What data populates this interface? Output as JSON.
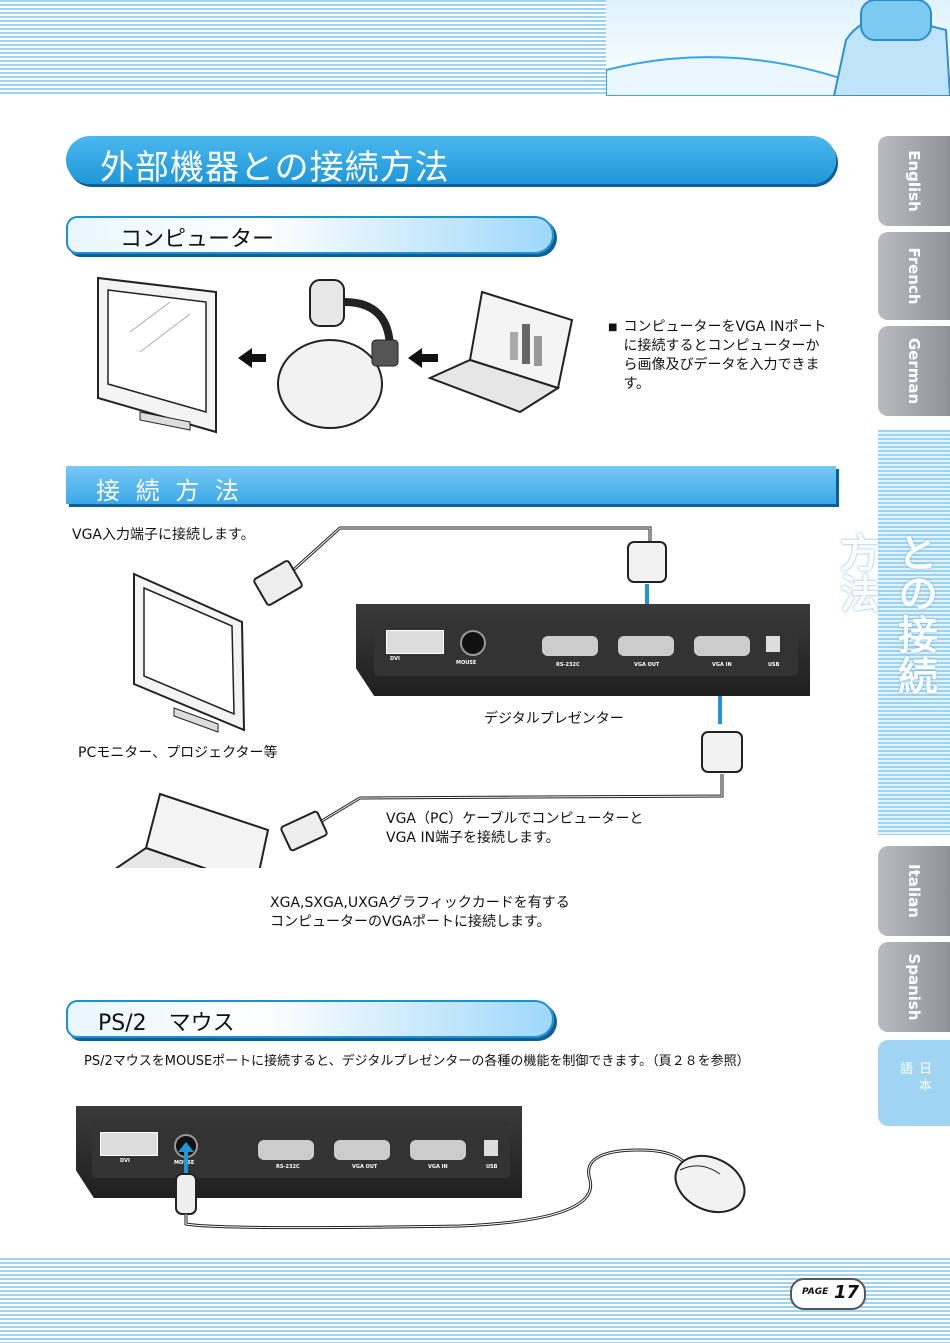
{
  "header": {},
  "page_title": "外部機器との接続方法",
  "sections": {
    "computer": {
      "heading": "コンピューター",
      "bullet": "■",
      "note_lines": [
        "コンピューターをVGA INポート",
        "に接続するとコンピューターか",
        "ら画像及びデータを入力できま",
        "す。"
      ]
    },
    "method": {
      "heading": "接 続 方 法",
      "vga_input_note": "VGA入力端子に接続します。",
      "monitor_label": "PCモニター、プロジェクター等",
      "presenter_label": "デジタルプレゼンター",
      "cable_note_lines": [
        "VGA（PC）ケーブルでコンピューターと",
        "VGA IN端子を接続します。"
      ],
      "laptop_note_lines": [
        "XGA,SXGA,UXGAグラフィックカードを有する",
        "コンピューターのVGAポートに接続します。"
      ]
    },
    "ps2": {
      "heading": "PS/2　マウス",
      "description": "PS/2マウスをMOUSEポートに接続すると、デジタルプレゼンターの各種の機能を制御できます。（頁２８を参照）"
    }
  },
  "panel_ports": [
    "DVI",
    "MOUSE",
    "RS-232C",
    "VGA OUT",
    "VGA IN",
    "USB"
  ],
  "side_tabs": [
    "English",
    "French",
    "German",
    "外部機器との接続方法",
    "Italian",
    "Spanish",
    "日 本 語"
  ],
  "footer": {
    "page_word": "PAGE",
    "page_number": "17"
  },
  "colors": {
    "accent": "#1e97d9",
    "stripe": "#9cd3f3",
    "tab_gray": "#8f9397",
    "dark_panel": "#2a2a2a"
  }
}
